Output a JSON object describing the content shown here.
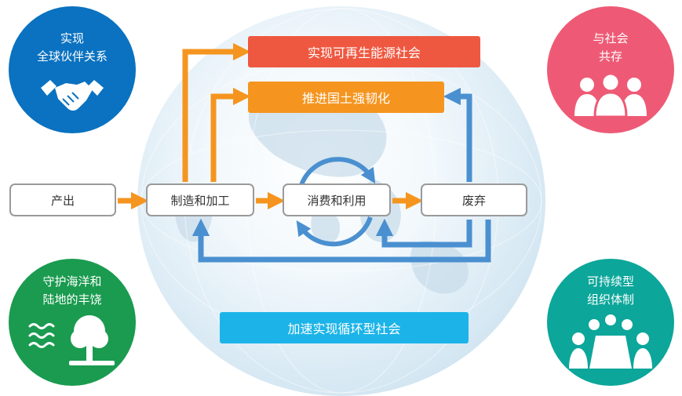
{
  "circles": {
    "partnership": {
      "line1": "实现",
      "line2": "全球伙伴关系",
      "color": "#0a72c0",
      "icon": "handshake-icon"
    },
    "society": {
      "line1": "与社会",
      "line2": "共存",
      "color": "#ee5a75",
      "icon": "people-icon"
    },
    "ocean": {
      "line1": "守护海洋和",
      "line2": "陆地的丰饶",
      "color": "#1a9b4f",
      "icon": "waves-tree-icon"
    },
    "organization": {
      "line1": "可持续型",
      "line2": "组织体制",
      "color": "#0ca69a",
      "icon": "meeting-icon"
    }
  },
  "banners": {
    "renewable": {
      "label": "实现可再生能源社会",
      "color": "#ef5840"
    },
    "resilience": {
      "label": "推进国土强韧化",
      "color": "#f5951f"
    },
    "circular": {
      "label": "加速实现循环型社会",
      "color": "#1cb4e8"
    }
  },
  "flow": {
    "produce": "产出",
    "manufacture": "制造和加工",
    "consume": "消费和利用",
    "dispose": "废弃"
  },
  "colors": {
    "orange_arrow": "#f5951f",
    "blue_arrow": "#4a90d0",
    "node_border": "#9a9a9a"
  }
}
